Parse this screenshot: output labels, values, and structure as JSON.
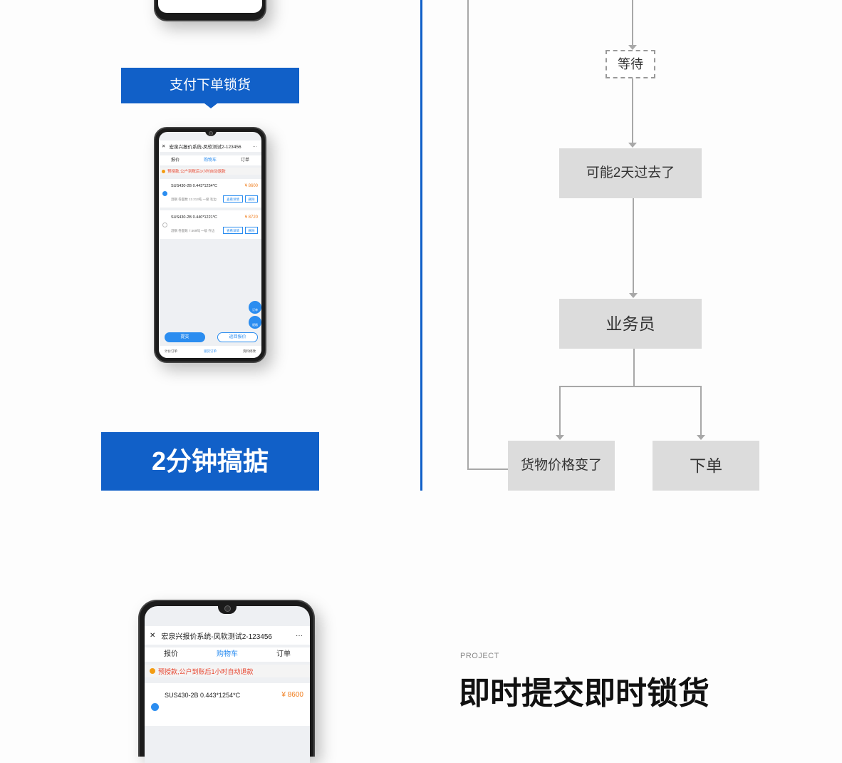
{
  "left": {
    "pay_banner": "支付下单锁货",
    "result_banner": "2分钟搞掂"
  },
  "phone_small": {
    "title": "宏泉兴报价系统-凤软测试2-123456",
    "menu": "···",
    "tabs": [
      "报价",
      "购物车",
      "订单"
    ],
    "notice": "预授款,公户到账后1小时自动退款",
    "items": [
      {
        "name": "SUS430-2B 0.443*1254*C",
        "price": "¥ 8600",
        "sub": "酒钢 卷面数 12.213吨 一级 毛边",
        "detail": "查看详情",
        "del": "删除",
        "checked": true
      },
      {
        "name": "SUS430-2B 0.440*1221*C",
        "price": "¥ 8720",
        "sub": "酒钢 卷面数 7.569吨 一级 齐边",
        "detail": "查看详情",
        "del": "删除",
        "checked": false
      }
    ],
    "fab1": "订单",
    "fab2": "规格",
    "submit": "提交",
    "back": "返回报价",
    "footer": [
      "计价订单",
      "锁货订单",
      "资料修改"
    ]
  },
  "phone_large": {
    "title": "宏泉兴报价系统-凤软测试2-123456",
    "menu": "···",
    "tabs": [
      "报价",
      "购物车",
      "订单"
    ],
    "notice": "预授款,公户到账后1小时自动退款",
    "item_name": "SUS430-2B 0.443*1254*C",
    "item_price": "¥ 8600"
  },
  "flow": {
    "wait": "等待",
    "two_days": "可能2天过去了",
    "salesman": "业务员",
    "price_changed": "货物价格变了",
    "order": "下单"
  },
  "project": {
    "label": "PROJECT",
    "title": "即时提交即时锁货"
  },
  "colors": {
    "brand_blue": "#1160c8",
    "accent_blue": "#2b8df0",
    "price_orange": "#f07d1c",
    "notice_red": "#e8452f"
  }
}
